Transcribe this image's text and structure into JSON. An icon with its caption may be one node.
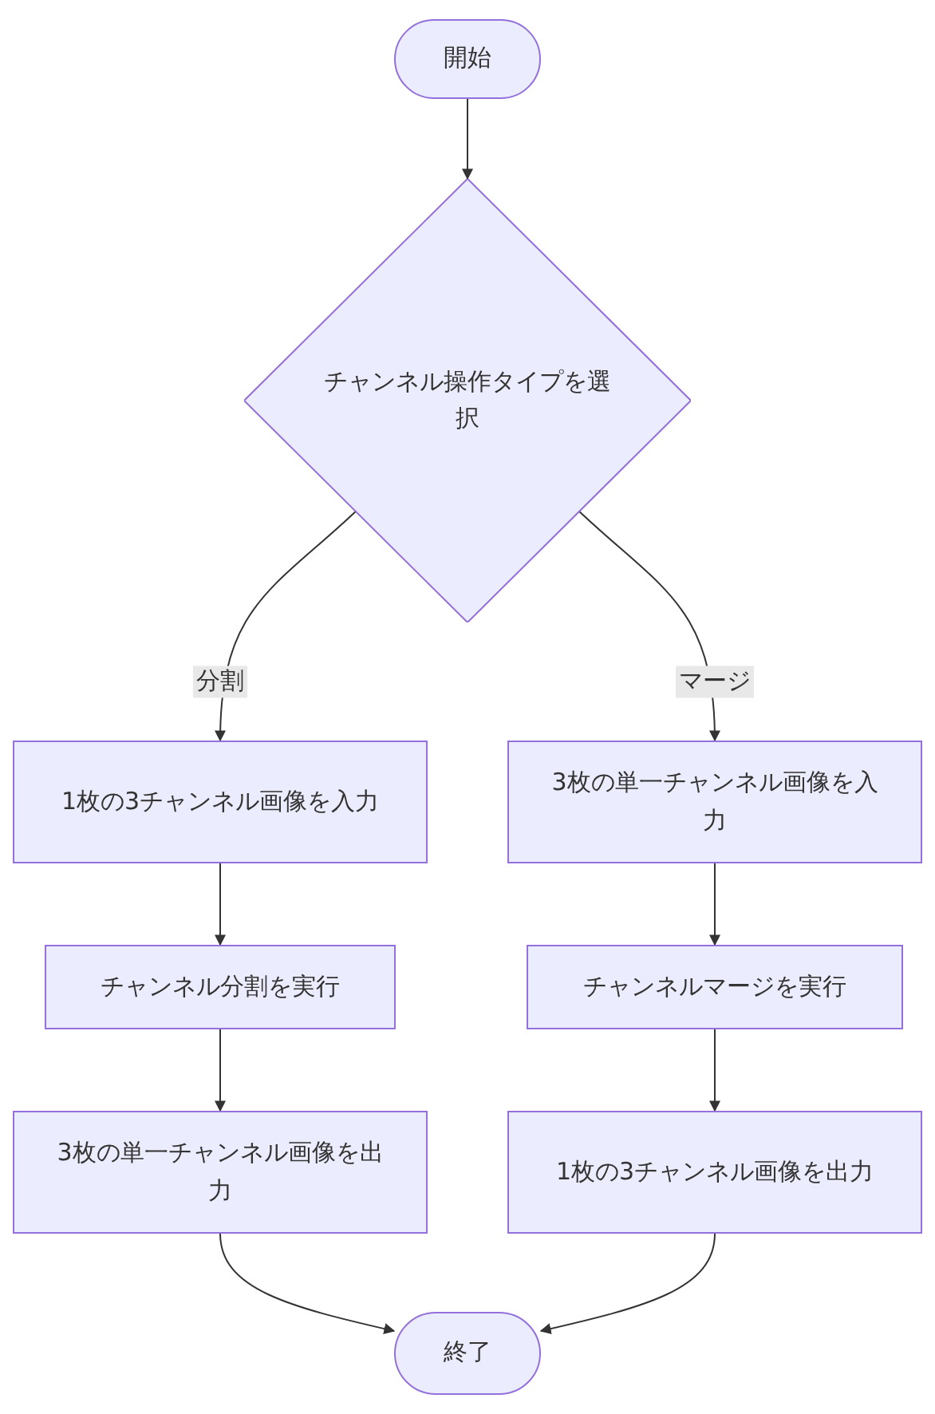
{
  "diagram": {
    "nodes": [
      {
        "text": [
          "開始"
        ]
      },
      {
        "text": [
          "チャンネル操作タイプを選択"
        ]
      },
      {
        "text": [
          "1枚の3チャンネル画像を入力"
        ]
      },
      {
        "text": [
          "チャンネル分割を実行"
        ]
      },
      {
        "text": [
          "3枚の単一チャンネル画像を出力"
        ]
      },
      {
        "text": [
          "3枚の単一チャンネル画像を入力"
        ]
      },
      {
        "text": [
          "チャンネルマージを実行"
        ]
      },
      {
        "text": [
          "1枚の3チャンネル画像を出力"
        ]
      },
      {
        "text": [
          "終了"
        ]
      }
    ],
    "edges": [
      {
        "from": 0,
        "to": 1,
        "arrow": "to"
      },
      {
        "from": 1,
        "to": 2,
        "arrow": "to",
        "label": "分割"
      },
      {
        "from": 2,
        "to": 3,
        "arrow": "to"
      },
      {
        "from": 3,
        "to": 4,
        "arrow": "to"
      },
      {
        "from": 1,
        "to": 5,
        "arrow": "to",
        "label": "マージ"
      },
      {
        "from": 5,
        "to": 6,
        "arrow": "to"
      },
      {
        "from": 6,
        "to": 7,
        "arrow": "to"
      },
      {
        "from": 4,
        "to": 8,
        "arrow": "to"
      },
      {
        "from": 7,
        "to": 8,
        "arrow": "to"
      }
    ]
  }
}
